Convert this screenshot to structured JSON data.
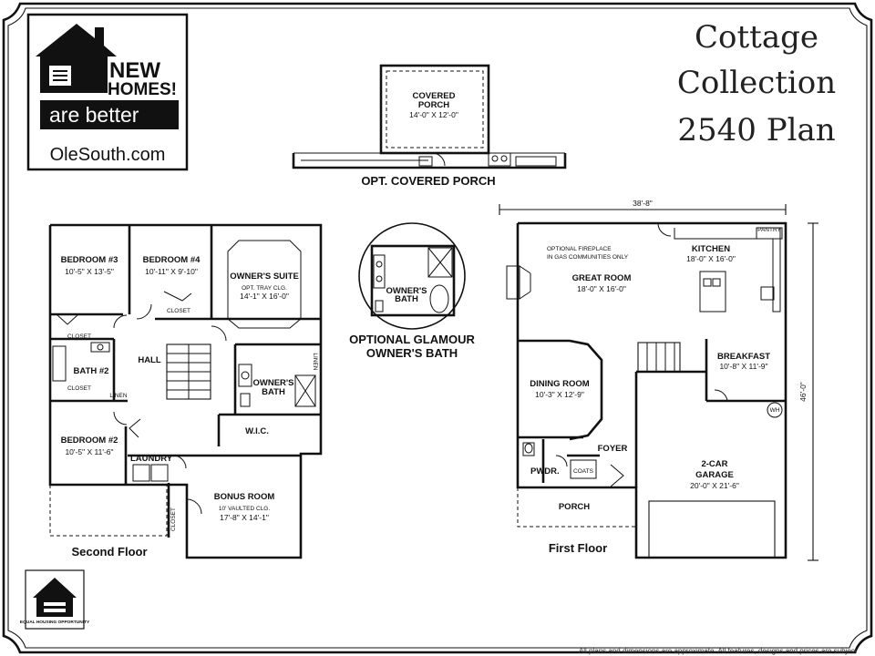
{
  "brand": {
    "logo_line1": "NEW",
    "logo_line2": "HOMES!",
    "logo_line3": "are better",
    "website": "OleSouth.com",
    "equal_housing": "EQUAL HOUSING OPPORTUNITY"
  },
  "title": {
    "line1": "Cottage",
    "line2": "Collection",
    "line3": "2540 Plan"
  },
  "covered_porch": {
    "room_label_1": "COVERED",
    "room_label_2": "PORCH",
    "room_dims": "14'-0\" X 12'-0\"",
    "caption": "OPT. COVERED PORCH"
  },
  "glamour_bath": {
    "room_label_1": "OWNER'S",
    "room_label_2": "BATH",
    "caption_1": "OPTIONAL GLAMOUR",
    "caption_2": "OWNER'S BATH"
  },
  "second_floor": {
    "caption": "Second Floor",
    "rooms": {
      "bedroom3": {
        "name": "BEDROOM #3",
        "dims": "10'-5\" X 13'-5\""
      },
      "bedroom4": {
        "name": "BEDROOM #4",
        "dims": "10'-11\" X 9'-10\""
      },
      "owners_suite": {
        "name": "OWNER'S SUITE",
        "note": "OPT. TRAY CLG.",
        "dims": "14'-1\" X 16'-0\""
      },
      "bath2": {
        "name": "BATH #2"
      },
      "hall": {
        "name": "HALL"
      },
      "owners_bath": {
        "name_1": "OWNER'S",
        "name_2": "BATH"
      },
      "wic": {
        "name": "W.I.C."
      },
      "bedroom2": {
        "name": "BEDROOM #2",
        "dims": "10'-5\" X 11'-6\""
      },
      "laundry": {
        "name": "LAUNDRY"
      },
      "bonus": {
        "name": "BONUS ROOM",
        "note": "10' VAULTED CLG.",
        "dims": "17'-8\" X 14'-1\""
      }
    },
    "small_labels": {
      "closet_a": "CLOSET",
      "closet_b": "CLOSET",
      "closet_c": "CLOSET",
      "closet_d": "CLOSET",
      "linen_a": "LINEN",
      "linen_b": "LINEN"
    }
  },
  "first_floor": {
    "caption": "First Floor",
    "width_dim": "38'-8\"",
    "depth_dim": "46'-0\"",
    "fireplace_note_1": "OPTIONAL FIREPLACE",
    "fireplace_note_2": "IN GAS COMMUNITIES ONLY",
    "rooms": {
      "great_room": {
        "name": "GREAT ROOM",
        "dims": "18'-0\" X 16'-0\""
      },
      "kitchen": {
        "name": "KITCHEN",
        "dims": "18'-0\" X 16'-0\""
      },
      "pantry": {
        "name": "PANTRY"
      },
      "breakfast": {
        "name": "BREAKFAST",
        "dims": "10'-8\" X 11'-9\""
      },
      "dining": {
        "name": "DINING ROOM",
        "dims": "10'-3\" X 12'-9\""
      },
      "foyer": {
        "name": "FOYER"
      },
      "garage": {
        "name": "2-CAR",
        "name_2": "GARAGE",
        "dims": "20'-0\" X 21'-6\""
      },
      "powder": {
        "name": "PWDR."
      },
      "coats": {
        "name": "COATS"
      },
      "porch": {
        "name": "PORCH"
      },
      "water_heater": {
        "name": "WH"
      }
    }
  },
  "footer": {
    "disclaimer": "All plans and dimensions are approximate. All features, designs and prices are subject"
  }
}
